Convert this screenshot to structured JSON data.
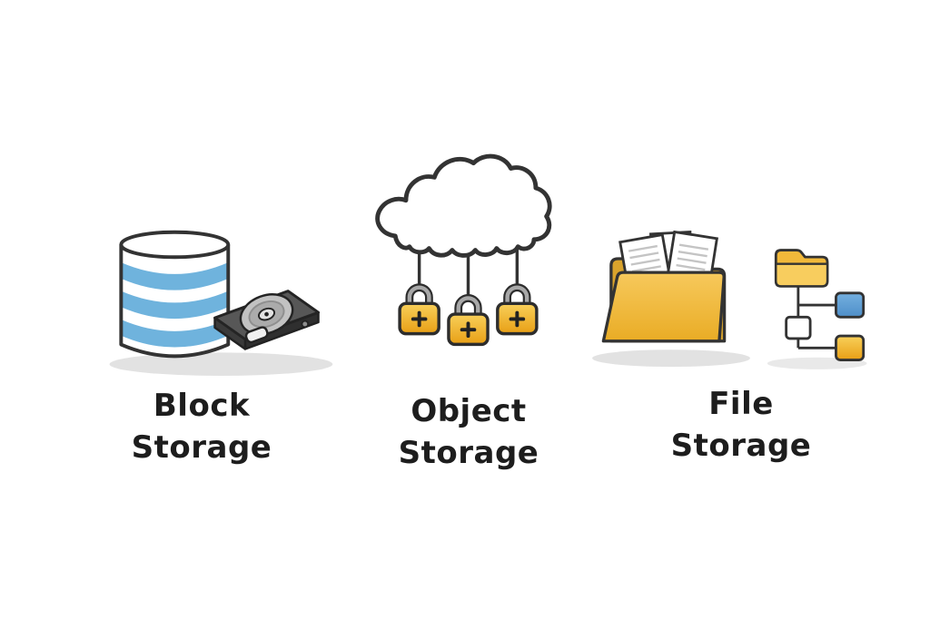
{
  "diagram": {
    "type": "illustration",
    "items": [
      {
        "id": "block-storage",
        "label": "Block Storage",
        "line1": "Block",
        "line2": "Storage",
        "icon": "database-and-hard-drive-icon"
      },
      {
        "id": "object-storage",
        "label": "Object Storage",
        "line1": "Object",
        "line2": "Storage",
        "icon": "cloud-with-padlocks-icon"
      },
      {
        "id": "file-storage",
        "label": "File Storage",
        "line1": "File",
        "line2": "Storage",
        "icon": "folder-with-documents-and-tree-icon"
      }
    ],
    "colors": {
      "text": "#1d1d1d",
      "outline": "#333333",
      "stripe_blue": "#6fb3dd",
      "gold": "#f0b429",
      "gold_light": "#f8d05a",
      "gold_dark": "#e89f15",
      "node_blue": "#5b9bd5",
      "drive_gray": "#575757",
      "shadow": "#e2e2e2",
      "paper": "#ffffff"
    }
  }
}
